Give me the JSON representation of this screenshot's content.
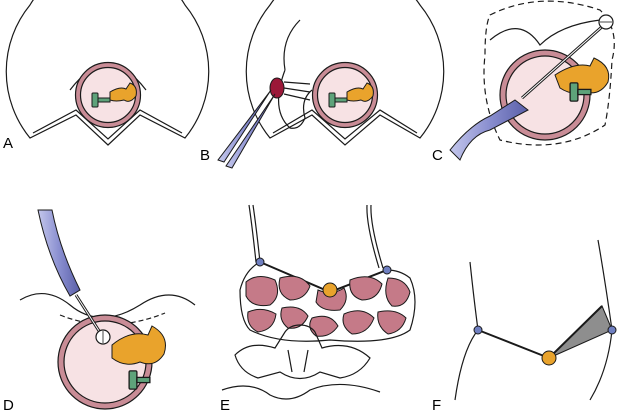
{
  "panels": [
    {
      "id": "A",
      "label": "A"
    },
    {
      "id": "B",
      "label": "B"
    },
    {
      "id": "C",
      "label": "C"
    },
    {
      "id": "D",
      "label": "D"
    },
    {
      "id": "E",
      "label": "E"
    },
    {
      "id": "F",
      "label": "F"
    }
  ],
  "colors": {
    "tissue_fill": "#fbf9f6",
    "capsule_ring": "#c98c96",
    "capsule_fill": "#f7e2e4",
    "yellow_structure": "#e9a32c",
    "green_structure": "#5ea37a",
    "instrument_blue": "#7e83c4",
    "nerve_blue": "#6f7fc0",
    "muscle_pink": "#c57a88",
    "dark_mass": "#9b1838",
    "shadow_gray": "#8e8e8e"
  }
}
